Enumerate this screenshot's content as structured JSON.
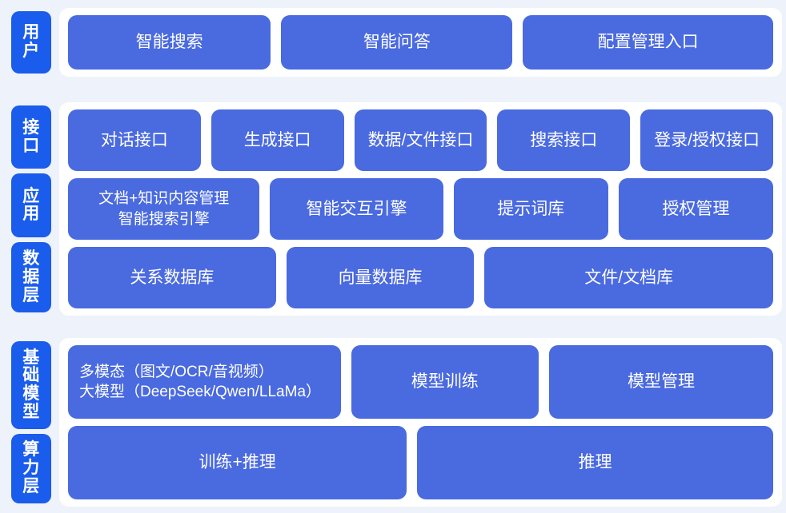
{
  "colors": {
    "page_background": "#eef2fa",
    "card_background": "#ffffff",
    "rail_tab": "#1a5ceb",
    "box": "#4a6ae0",
    "box_text": "#ffffff"
  },
  "panels": [
    {
      "name": "user-panel",
      "rail": [
        {
          "label": "用户"
        }
      ],
      "rows": [
        {
          "boxes": [
            {
              "label": "智能搜索"
            },
            {
              "label": "智能问答"
            },
            {
              "label": "配置管理入口"
            }
          ]
        }
      ]
    },
    {
      "name": "platform-panel",
      "rail": [
        {
          "label": "接口"
        },
        {
          "label": "应用"
        },
        {
          "label": "数据层"
        }
      ],
      "rows": [
        {
          "name": "interface-row",
          "boxes": [
            {
              "label": "对话接口"
            },
            {
              "label": "生成接口"
            },
            {
              "label": "数据/文件接口"
            },
            {
              "label": "搜索接口"
            },
            {
              "label": "登录/授权接口"
            }
          ]
        },
        {
          "name": "application-row",
          "boxes": [
            {
              "line1": "文档+知识内容管理",
              "line2": "智能搜索引擎"
            },
            {
              "label": "智能交互引擎"
            },
            {
              "label": "提示词库"
            },
            {
              "label": "授权管理"
            }
          ]
        },
        {
          "name": "data-row",
          "boxes": [
            {
              "label": "关系数据库"
            },
            {
              "label": "向量数据库"
            },
            {
              "label": "文件/文档库"
            }
          ]
        }
      ]
    },
    {
      "name": "infrastructure-panel",
      "rail": [
        {
          "label": "基础模型"
        },
        {
          "label": "算力层"
        }
      ],
      "rows": [
        {
          "name": "model-row",
          "boxes": [
            {
              "line1": "多模态（图文/OCR/音视频）",
              "line2": "大模型（DeepSeek/Qwen/LLaMa）"
            },
            {
              "label": "模型训练"
            },
            {
              "label": "模型管理"
            }
          ]
        },
        {
          "name": "compute-row",
          "boxes": [
            {
              "label": "训练+推理"
            },
            {
              "label": "推理"
            }
          ]
        }
      ]
    }
  ]
}
